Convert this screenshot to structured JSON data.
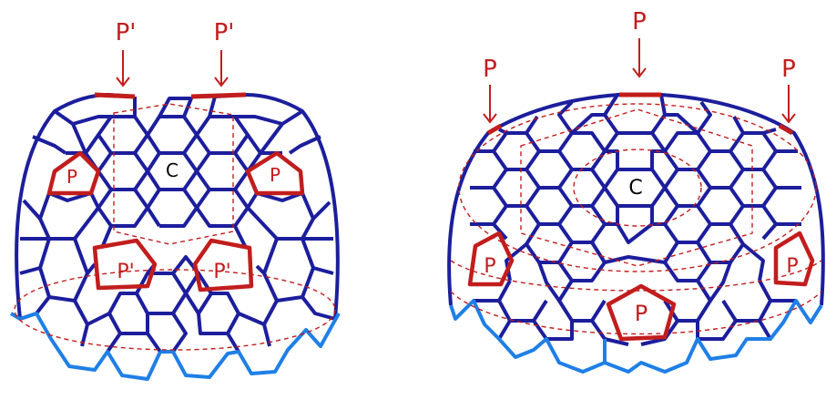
{
  "figure": {
    "colors": {
      "lattice": "#1c1e9c",
      "rim": "#1f7fe6",
      "pentagon": "#c21d1d",
      "guide": "#c21d1d",
      "center_text": "#000000"
    },
    "left_cap": {
      "center_label": "C",
      "pentagon_labels": [
        "P",
        "P",
        "P'",
        "P'"
      ],
      "arrow_labels": [
        "P'",
        "P'"
      ]
    },
    "right_cap": {
      "center_label": "C",
      "pentagon_labels": [
        "P",
        "P",
        "P"
      ],
      "arrow_labels": [
        "P",
        "P",
        "P"
      ]
    }
  }
}
